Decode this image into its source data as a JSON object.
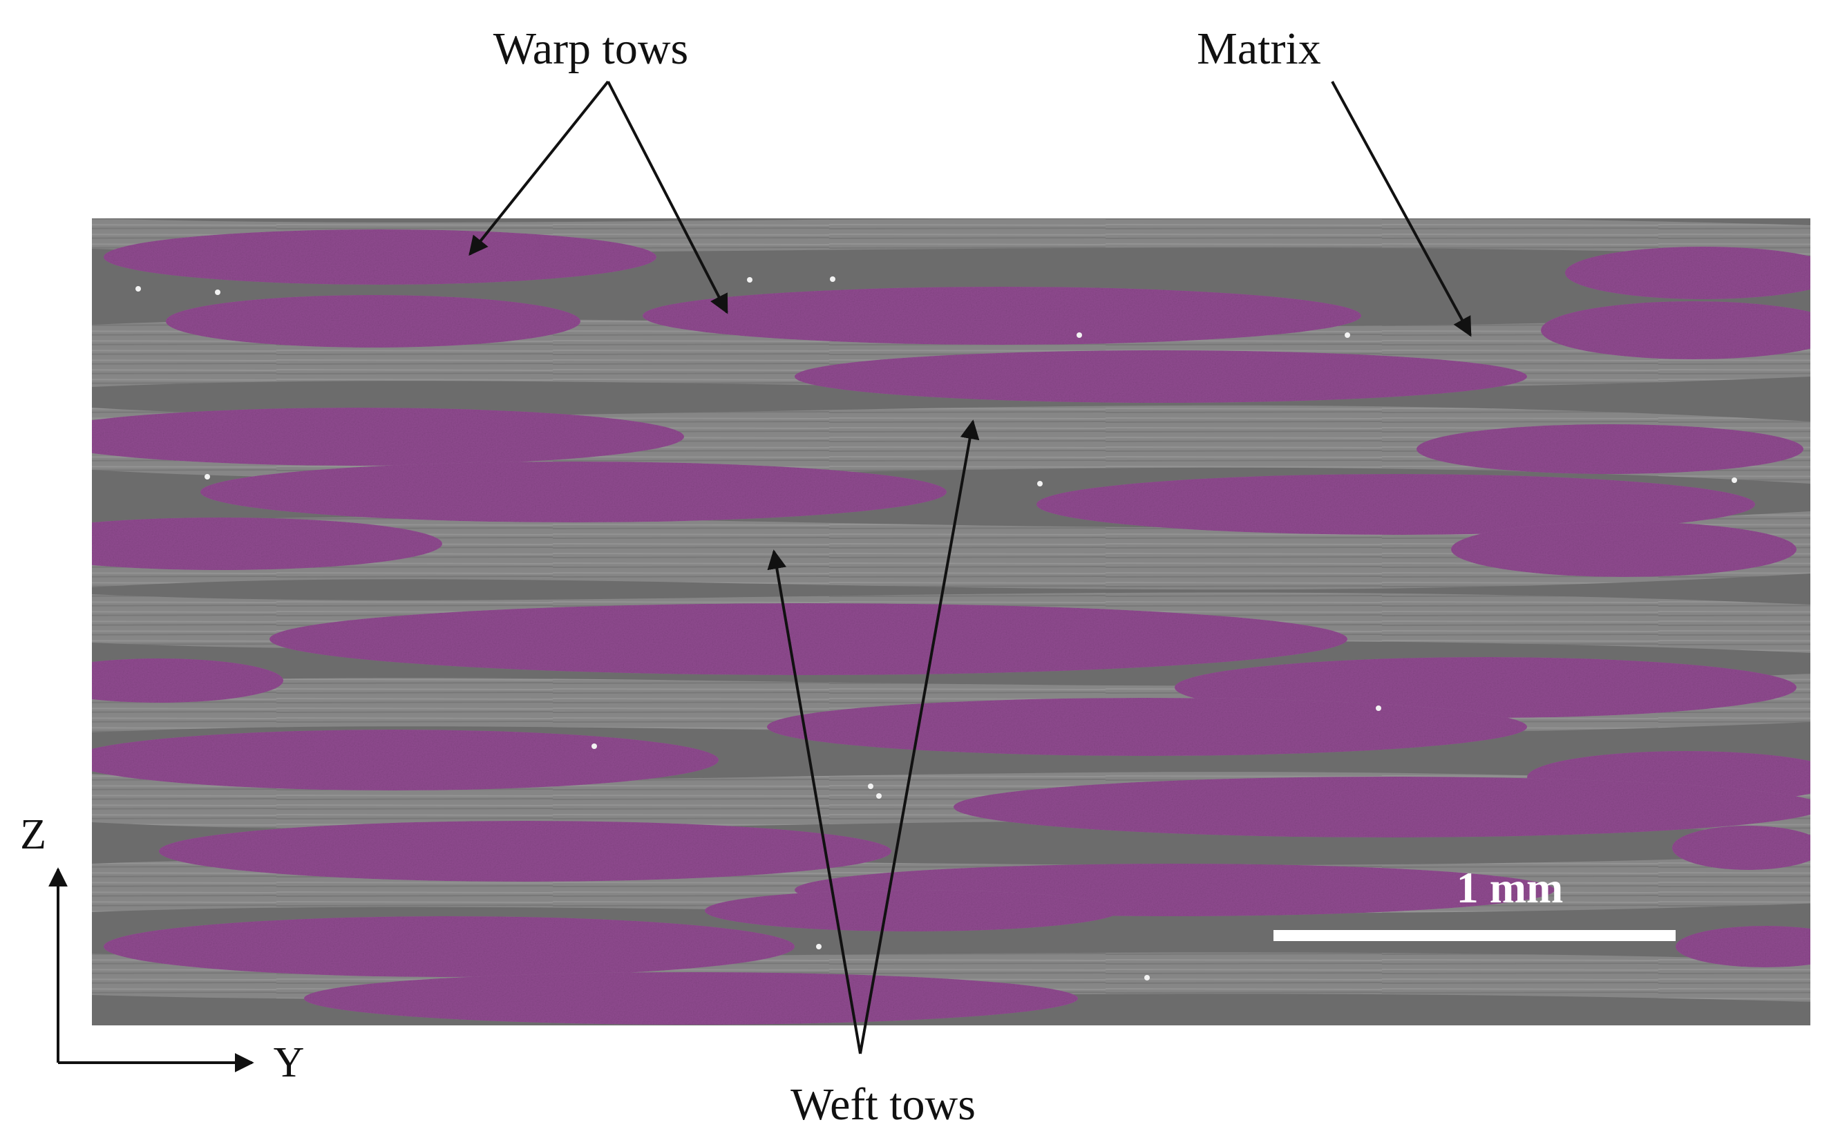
{
  "figure": {
    "labels": {
      "warp_tows": "Warp tows",
      "matrix": "Matrix",
      "weft_tows": "Weft tows"
    },
    "axes": {
      "z": "Z",
      "y": "Y"
    },
    "scale_bar": {
      "label": "1 mm"
    },
    "colors": {
      "matrix_gray": "#6c6c6c",
      "weft_gray": "#8a8a8a",
      "warp_purple": "#8f4a8f",
      "arrow": "#111111",
      "scale_bar": "#ffffff"
    }
  }
}
